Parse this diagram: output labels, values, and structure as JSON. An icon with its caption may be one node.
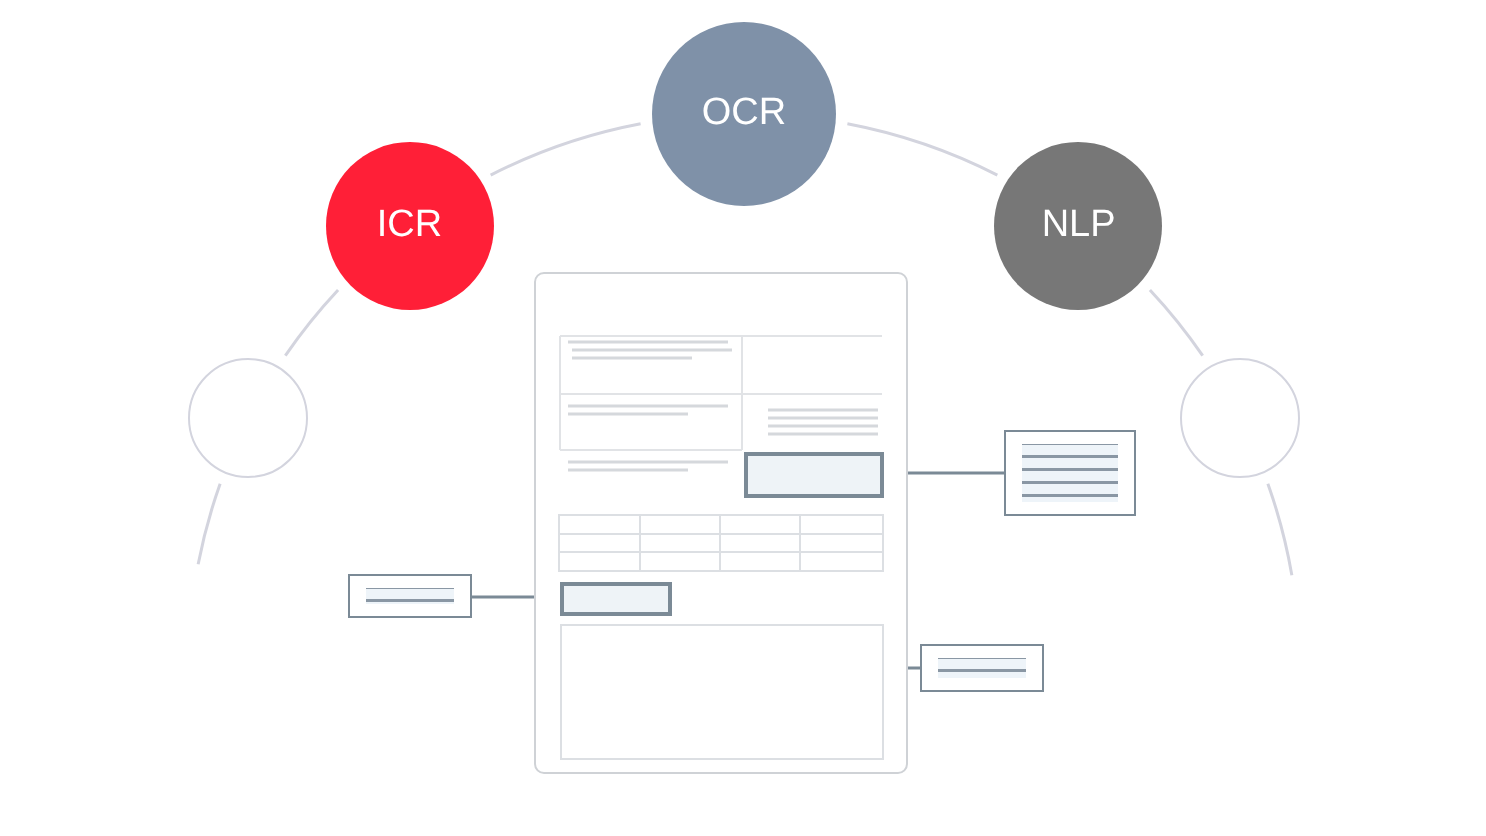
{
  "diagram": {
    "nodes": [
      {
        "text": [],
        "shape": "circle"
      },
      {
        "text": [
          "ICR"
        ]
      },
      {
        "text": [
          "OCR"
        ]
      },
      {
        "text": [
          "NLP"
        ]
      },
      {
        "text": [],
        "shape": "circle"
      },
      {
        "text": [],
        "shape": "picture"
      },
      {
        "text": [],
        "shape": "box",
        "in": 5
      },
      {
        "text": [],
        "shape": "box"
      },
      {
        "text": [],
        "shape": "box",
        "in": 5
      },
      {
        "text": [],
        "shape": "box"
      },
      {
        "text": [],
        "shape": "box",
        "in": 5
      },
      {
        "text": [],
        "shape": "box"
      }
    ],
    "edges": [
      {
        "from": null,
        "to": 0,
        "arrow": "none"
      },
      {
        "from": 0,
        "to": 1,
        "arrow": "none"
      },
      {
        "from": 1,
        "to": 2,
        "arrow": "none"
      },
      {
        "from": 2,
        "to": 3,
        "arrow": "none"
      },
      {
        "from": 3,
        "to": 4,
        "arrow": "none"
      },
      {
        "from": 4,
        "to": null,
        "arrow": "none"
      },
      {
        "from": 6,
        "to": 7,
        "arrow": "none"
      },
      {
        "from": 9,
        "to": 8,
        "arrow": "none"
      },
      {
        "from": 10,
        "to": 11,
        "arrow": "none"
      }
    ]
  }
}
